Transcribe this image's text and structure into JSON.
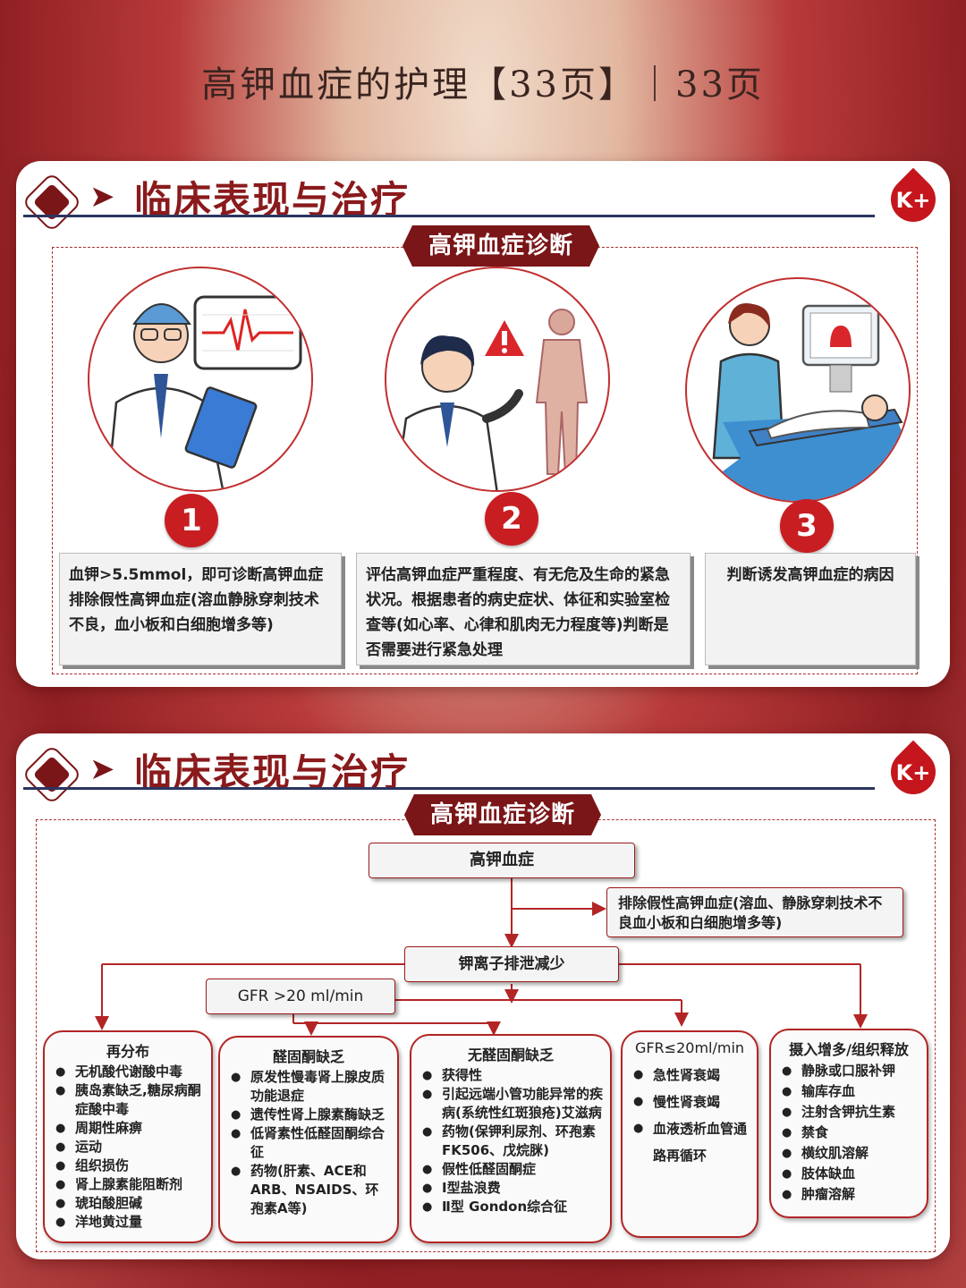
{
  "page_title": "高钾血症的护理【33页】｜33页",
  "panel1": {
    "heading": "临床表现与治疗",
    "badge": "K+",
    "banner": "高钾血症诊断",
    "steps": [
      {
        "num": "1",
        "text": "血钾>5.5mmol，即可诊断高钾血症 排除假性高钾血症(溶血静脉穿刺技术不良，血小板和白细胞增多等)"
      },
      {
        "num": "2",
        "text": "评估高钾血症严重程度、有无危及生命的紧急状况。根据患者的病史症状、体征和实验室检查等(如心率、心律和肌肉无力程度等)判断是否需要进行紧急处理"
      },
      {
        "num": "3",
        "text": "判断诱发高钾血症的病因"
      }
    ]
  },
  "panel2": {
    "heading": "临床表现与治疗",
    "badge": "K+",
    "banner": "高钾血症诊断",
    "root": "高钾血症",
    "exclude": "排除假性高钾血症(溶血、静脉穿刺技术不良血小板和白细胞增多等)",
    "excretion": "钾离子排泄减少",
    "gfr_high": "GFR >20 ml/min",
    "cat1": {
      "title": "再分布",
      "items": [
        "无机酸代谢酸中毒",
        "胰岛素缺乏,糖尿病酮症酸中毒",
        "周期性麻痹",
        "运动",
        "组织损伤",
        "肾上腺素能阻断剂",
        "琥珀酸胆碱",
        "洋地黄过量"
      ]
    },
    "cat2": {
      "title": "醛固酮缺乏",
      "items": [
        "原发性慢毒肾上腺皮质功能退症",
        "遗传性肾上腺素酶缺乏",
        "低肾素性低醛固酮综合征",
        "药物(肝素、ACE和ARB、NSAIDS、环孢素A等)"
      ]
    },
    "cat3": {
      "title": "无醛固酮缺乏",
      "items": [
        "获得性",
        "引起远端小管功能异常的疾病(系统性红斑狼疮)艾滋病",
        "药物(保钾利尿剂、环孢素FK506、戊烷脒)",
        "假性低醛固酮症",
        "Ⅰ型盐浪费",
        "Ⅱ型 Gondon综合征"
      ]
    },
    "cat4": {
      "title": "GFR≤20ml/min",
      "items": [
        "急性肾衰竭",
        "慢性肾衰竭",
        "血液透析血管通路再循环"
      ]
    },
    "cat5": {
      "title": "摄入增多/组织释放",
      "items": [
        "静脉或口服补钾",
        "输库存血",
        "注射含钾抗生素",
        "禁食",
        "横纹肌溶解",
        "肢体缺血",
        "肿瘤溶解"
      ]
    }
  }
}
